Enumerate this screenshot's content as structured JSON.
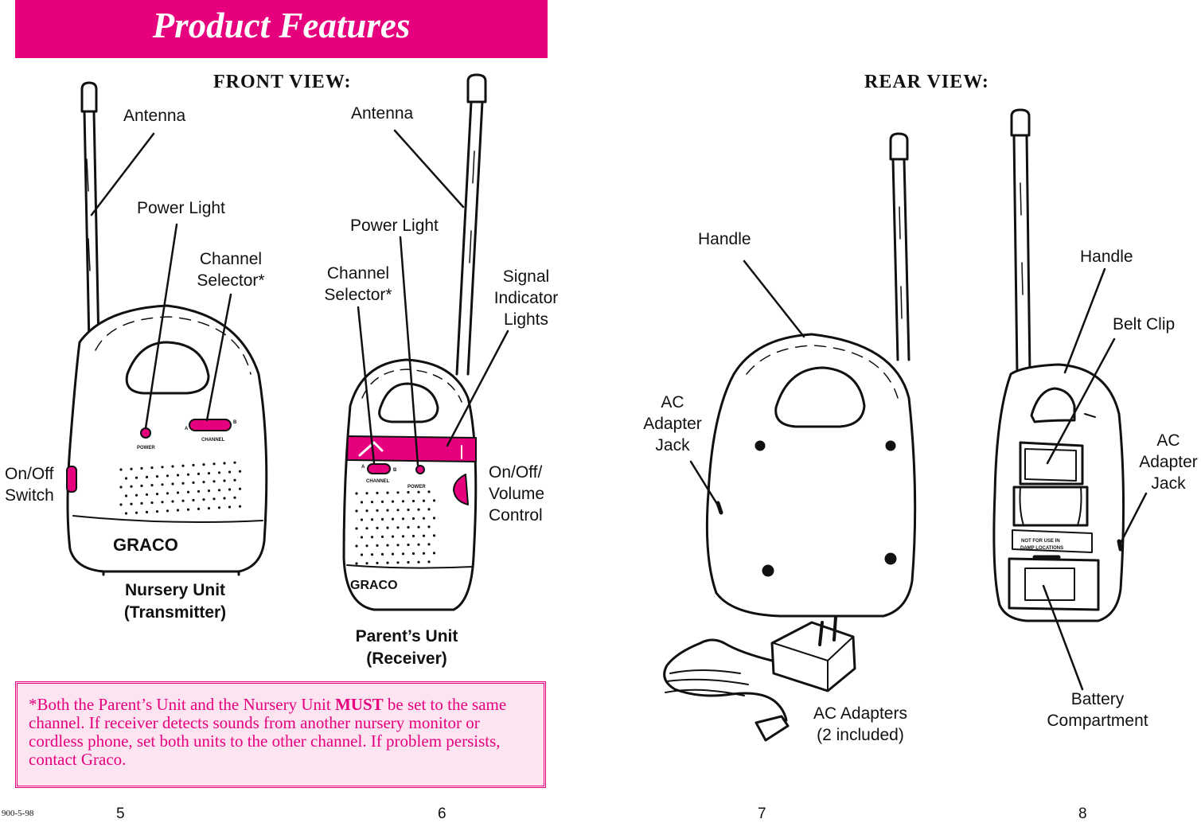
{
  "header": {
    "title": "Product Features"
  },
  "front": {
    "title": "FRONT VIEW:",
    "nursery": {
      "antenna": "Antenna",
      "power_light": "Power Light",
      "channel_selector_1": "Channel",
      "channel_selector_2": "Selector*",
      "onoff_1": "On/Off",
      "onoff_2": "Switch",
      "unit_1": "Nursery Unit",
      "unit_2": "(Transmitter)",
      "panel_power": "POWER",
      "panel_channel": "CHANNEL",
      "panel_a": "A",
      "panel_b": "B",
      "brand": "GRACO"
    },
    "parent": {
      "antenna": "Antenna",
      "power_light": "Power Light",
      "channel_selector_1": "Channel",
      "channel_selector_2": "Selector*",
      "signal_1": "Signal",
      "signal_2": "Indicator",
      "signal_3": "Lights",
      "volume_1": "On/Off/",
      "volume_2": "Volume",
      "volume_3": "Control",
      "unit_1": "Parent’s Unit",
      "unit_2": "(Receiver)",
      "panel_power": "POWER",
      "panel_channel": "CHANNEL",
      "panel_a": "A",
      "panel_b": "B",
      "brand": "GRACO"
    }
  },
  "rear": {
    "title": "REAR VIEW:",
    "left_handle": "Handle",
    "left_jack_1": "AC",
    "left_jack_2": "Adapter",
    "left_jack_3": "Jack",
    "right_handle": "Handle",
    "belt_clip": "Belt Clip",
    "right_jack_1": "AC",
    "right_jack_2": "Adapter",
    "right_jack_3": "Jack",
    "battery_1": "Battery",
    "battery_2": "Compartment",
    "adapters_1": "AC Adapters",
    "adapters_2": "(2 included)",
    "damp_1": "NOT FOR USE IN",
    "damp_2": "DAMP LOCATIONS"
  },
  "note": {
    "pre": "*Both the Parent’s Unit and the Nursery Unit ",
    "must": "MUST",
    "post": " be set to the same channel. If receiver detects sounds from another nursery monitor or cordless phone, set both units to the other channel. If problem persists, contact Graco."
  },
  "footer": {
    "code": "900-5-98",
    "page5": "5",
    "page6": "6",
    "page7": "7",
    "page8": "8"
  },
  "colors": {
    "accent": "#e6007e",
    "note_bg": "#fce4f1"
  }
}
